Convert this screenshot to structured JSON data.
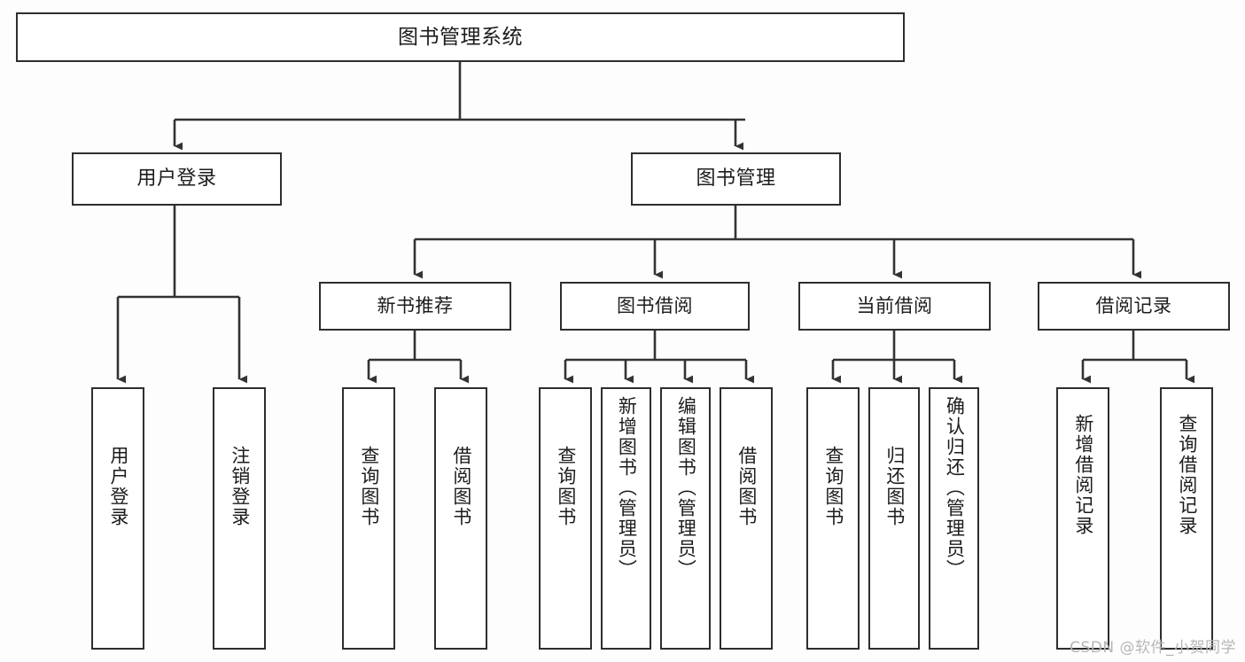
{
  "diagram": {
    "type": "tree",
    "title": "图书管理系统",
    "orientation": "top-down",
    "colors": {
      "border": "#2e2e2e",
      "fill": "#ffffff",
      "text": "#1c1c1c",
      "edge": "#333333",
      "background": "#fdfdfd",
      "watermark": "#b6b6b6"
    },
    "root": {
      "label": "图书管理系统"
    },
    "level1": [
      {
        "id": "user-login",
        "label": "用户登录"
      },
      {
        "id": "book-manage",
        "label": "图书管理"
      }
    ],
    "level2": [
      {
        "id": "new-book-recommend",
        "label": "新书推荐",
        "parent": "book-manage"
      },
      {
        "id": "book-borrow",
        "label": "图书借阅",
        "parent": "book-manage"
      },
      {
        "id": "current-borrow",
        "label": "当前借阅",
        "parent": "book-manage"
      },
      {
        "id": "borrow-record",
        "label": "借阅记录",
        "parent": "book-manage"
      }
    ],
    "leaves": {
      "user-login": [
        {
          "id": "leaf-user-login",
          "label": "用户登录"
        },
        {
          "id": "leaf-user-logout",
          "label": "注销登录"
        }
      ],
      "new-book-recommend": [
        {
          "id": "leaf-query-book-1",
          "label": "查询图书"
        },
        {
          "id": "leaf-borrow-book-1",
          "label": "借阅图书"
        }
      ],
      "book-borrow": [
        {
          "id": "leaf-query-book-2",
          "label": "查询图书"
        },
        {
          "id": "leaf-add-book",
          "label": "新增图书（管理员）"
        },
        {
          "id": "leaf-edit-book",
          "label": "编辑图书（管理员）"
        },
        {
          "id": "leaf-borrow-book-2",
          "label": "借阅图书"
        }
      ],
      "current-borrow": [
        {
          "id": "leaf-query-book-3",
          "label": "查询图书"
        },
        {
          "id": "leaf-return-book",
          "label": "归还图书"
        },
        {
          "id": "leaf-confirm-return",
          "label": "确认归还（管理员）"
        }
      ],
      "borrow-record": [
        {
          "id": "leaf-add-record",
          "label": "新增借阅记录"
        },
        {
          "id": "leaf-query-record",
          "label": "查询借阅记录"
        }
      ]
    }
  },
  "watermark": {
    "text": "CSDN @软件_小贺同学"
  }
}
